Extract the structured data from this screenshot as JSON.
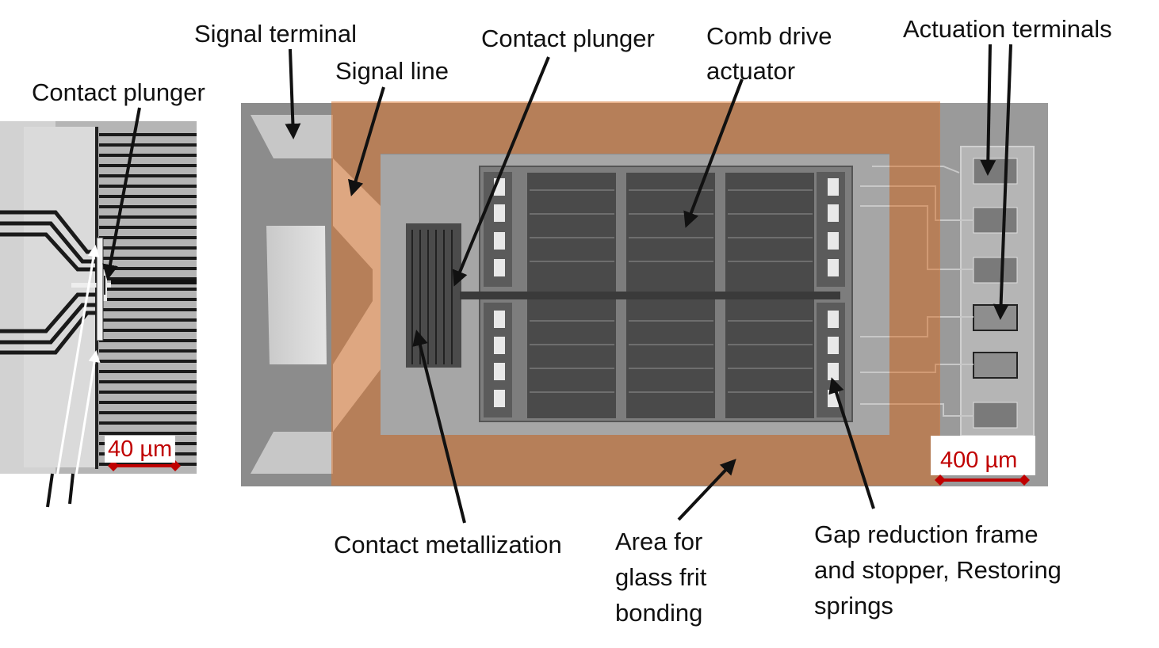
{
  "labels": {
    "signal_terminal": "Signal terminal",
    "signal_line": "Signal line",
    "contact_plunger_left": "Contact plunger",
    "contact_plunger_top": "Contact plunger",
    "comb_drive_actuator": "Comb drive\nactuator",
    "actuation_terminals": "Actuation terminals",
    "contact_metallization": "Contact metallization",
    "glass_frit_area": "Area for\nglass frit\nbonding",
    "gap_reduction": "Gap reduction frame\nand stopper, Restoring\nsprings"
  },
  "scale_bars": {
    "left": "40 µm",
    "right": "400 µm"
  },
  "colors": {
    "overlay": "#d8742f",
    "scale": "#c00000",
    "sem_bg": "#8a8a8a",
    "arrow": "#111111"
  }
}
